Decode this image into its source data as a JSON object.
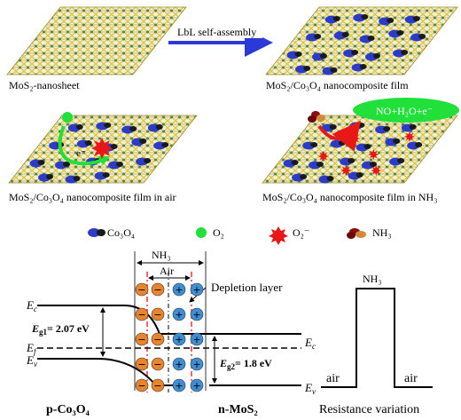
{
  "panels": {
    "top_left_caption": "MoS₂-nanosheet",
    "arrow_label": "LbL self-assembly",
    "top_right_caption": "MoS₂/Co₃O₄ nanocomposite film",
    "mid_left_caption": "MoS₂/Co₃O₄ nanocomposite film in air",
    "mid_right_caption": "MoS₂/Co₃O₄ nanocomposite film in NH₃",
    "electron_label": "e⁻",
    "reaction_label": "NO+H₂O+e⁻"
  },
  "legend": {
    "items": [
      {
        "label": "Co₃O₄",
        "icon": "co3o4-icon",
        "color": "#2d3cc8"
      },
      {
        "label": "O₂",
        "icon": "o2-icon",
        "color": "#22e03a"
      },
      {
        "label": "O₂⁻",
        "icon": "o2-minus-icon",
        "color": "#e81818"
      },
      {
        "label": "NH₃",
        "icon": "nh3-icon",
        "color": "#8a1010"
      }
    ]
  },
  "band": {
    "nh3_label": "NH₃",
    "air_label": "Air",
    "depletion_label": "Depletion layer",
    "ec_left": "E",
    "ec_left_sub": "c",
    "eg1": "E",
    "eg1_sub": "g1",
    "eg1_value": "= 2.07 eV",
    "ef": "E",
    "ef_sub": "f",
    "ev_left": "E",
    "ev_left_sub": "v",
    "ec_right": "E",
    "ec_right_sub": "c",
    "eg2": "E",
    "eg2_sub": "g2",
    "eg2_value": "= 1.8 eV",
    "ev_right": "E",
    "ev_right_sub": "v",
    "p_label": "p-Co₃O₄",
    "n_label": "n-MoS₂"
  },
  "resistance": {
    "nh3_label": "NH₃",
    "air_left": "air",
    "air_right": "air",
    "caption": "Resistance variation"
  },
  "colors": {
    "arrow_blue": "#2b3ad6",
    "green": "#22e03a",
    "red": "#e81818",
    "orange": "#e8842c",
    "lattice_yellow": "#e3cd2c",
    "lattice_green": "#4d8a3a"
  }
}
